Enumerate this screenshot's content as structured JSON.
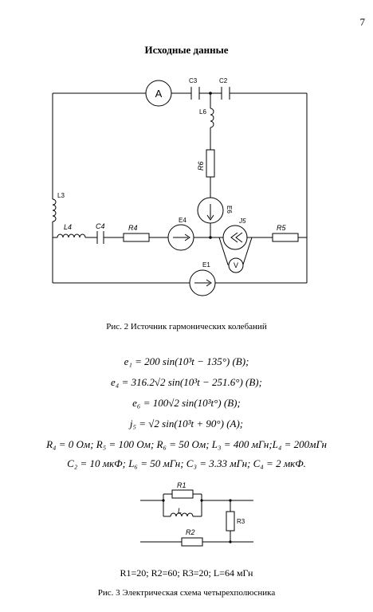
{
  "page_number": "7",
  "heading": "Исходные данные",
  "figure2": {
    "caption": "Рис. 2 Источник гармонических колебаний",
    "labels": {
      "ammeter": "A",
      "voltmeter": "V",
      "C3": "C3",
      "C2": "C2",
      "L6": "L6",
      "R6": "R6",
      "E6": "E6",
      "L3": "L3",
      "L4": "L4",
      "C4": "C4",
      "R4": "R4",
      "E4": "E4",
      "J5": "J5",
      "R5": "R5",
      "E1": "E1"
    }
  },
  "equations": {
    "e1": "e₁ = 200 sin(10³t − 135°) (В);",
    "e4": "e₄ = 316.2√2 sin(10³t − 251.6°) (В);",
    "e6": "e₆ = 100√2 sin(10³t°) (В);",
    "j5": "j₅ = √2 sin(10³t + 90°) (А);",
    "params_a": "R₄ = 0 Ом; R₅ = 100 Ом; R₆ = 50 Ом; L₃ = 400 мГн;L₄ = 200мГн",
    "params_b": "C₂ = 10 мкФ; L₆ = 50 мГн; C₃ = 3.33 мГн; C₄ = 2 мкФ."
  },
  "figure3": {
    "labels": {
      "R1": "R1",
      "L": "L",
      "R2": "R2",
      "R3": "R3"
    },
    "params": "R1=20; R2=60; R3=20; L=64 мГн",
    "caption": "Рис. 3 Электрическая схема четырехполюсника"
  }
}
